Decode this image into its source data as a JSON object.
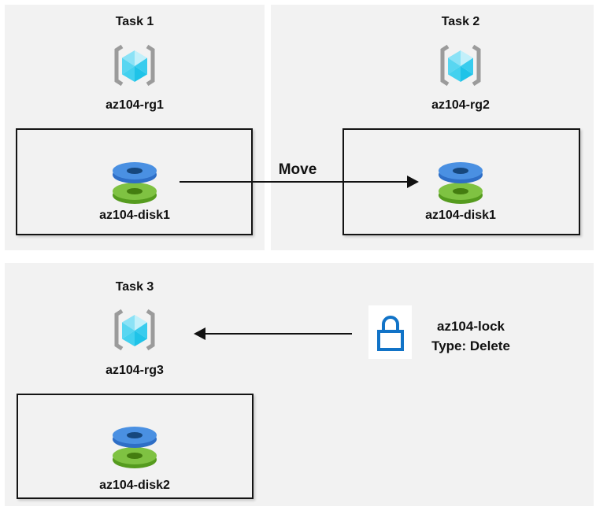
{
  "diagram": {
    "description": "Azure resource move and lock tasks diagram"
  },
  "tasks": [
    {
      "title": "Task 1",
      "resource_group": "az104-rg1",
      "disk": "az104-disk1"
    },
    {
      "title": "Task 2",
      "resource_group": "az104-rg2",
      "disk": "az104-disk1"
    },
    {
      "title": "Task 3",
      "resource_group": "az104-rg3",
      "disk": "az104-disk2"
    }
  ],
  "move_arrow": {
    "label": "Move",
    "from": "az104-rg1",
    "to": "az104-rg2"
  },
  "lock": {
    "name": "az104-lock",
    "type_label": "Type: Delete",
    "applies_to": "az104-rg3"
  },
  "colors": {
    "panel_background": "#f2f2f2",
    "box_border": "#141414",
    "arrow": "#111111",
    "bracket_gray": "#9b9b9b",
    "cube_top_left": "#8be2f6",
    "cube_top_right": "#c3f0fa",
    "cube_far_left": "#58d6f1",
    "cube_center_left": "#43d1ef",
    "cube_center_right": "#1fc3e8",
    "cube_far_right": "#38ccee",
    "disk_blue_top": "#4a90e2",
    "disk_blue_rim": "#2e6ec6",
    "disk_blue_hole": "#16477d",
    "disk_green_top": "#7fc242",
    "disk_green_rim": "#559b1e",
    "disk_green_hole": "#447d10",
    "lock_stroke": "#1173c7"
  }
}
